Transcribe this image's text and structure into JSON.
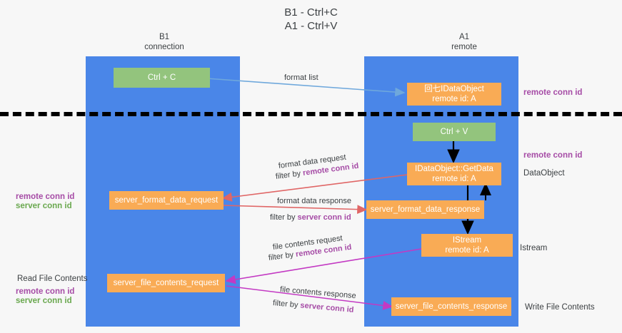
{
  "diagram": {
    "title": "B1 - Ctrl+C\nA1 - Ctrl+V",
    "colors": {
      "lane": "#4a86e8",
      "green_box": "#93c47d",
      "orange_box": "#f9ab55",
      "remote_conn": "#a64ca6",
      "server_conn": "#6aa84f",
      "wire_blue": "#6fa8dc",
      "wire_red": "#e06666",
      "wire_magenta": "#c339c3",
      "wire_black": "#000000",
      "divider": "#000000",
      "background": "#f7f7f7"
    },
    "lanes": [
      {
        "id": "b1",
        "header": "B1\nconnection"
      },
      {
        "id": "a1",
        "header": "A1\nremote"
      }
    ],
    "boxes": {
      "ctrl_c": "Ctrl + C",
      "ctrl_v": "Ctrl + V",
      "idataobject": "回七IDataObject\nremote id: A",
      "getdata": "IDataObject::GetData\nremote id: A",
      "istream": "IStream\nremote id: A",
      "server_format_data_request": "server_format_data_request",
      "server_format_data_response": "server_format_data_response",
      "server_file_contents_request": "server_file_contents_request",
      "server_file_contents_response": "server_file_contents_response"
    },
    "right_labels": {
      "remote_conn_top": "remote conn id",
      "remote_conn_mid": "remote conn id",
      "dataobject": "DataObject",
      "istream": "Istream",
      "write_file_contents": "Write File Contents"
    },
    "left_labels": {
      "conn_ids_mid": {
        "remote": "remote conn id",
        "server": "server conn id"
      },
      "read_file_contents": "Read File Contents",
      "conn_ids_bottom": {
        "remote": "remote conn id",
        "server": "server conn id"
      }
    },
    "arrow_labels": {
      "format_list": "format list",
      "format_data_request": "format data request",
      "format_data_request_filter_prefix": "filter by ",
      "format_data_request_filter_key": "remote conn id",
      "format_data_response": "format data response",
      "format_data_response_filter_prefix": "filter by ",
      "format_data_response_filter_key": "server conn id",
      "file_contents_request": "file contents request",
      "file_contents_request_filter_prefix": "filter by ",
      "file_contents_request_filter_key": "remote conn id",
      "file_contents_response": "file contents response",
      "file_contents_response_filter_prefix": "filter by ",
      "file_contents_response_filter_key": "server conn id"
    }
  }
}
